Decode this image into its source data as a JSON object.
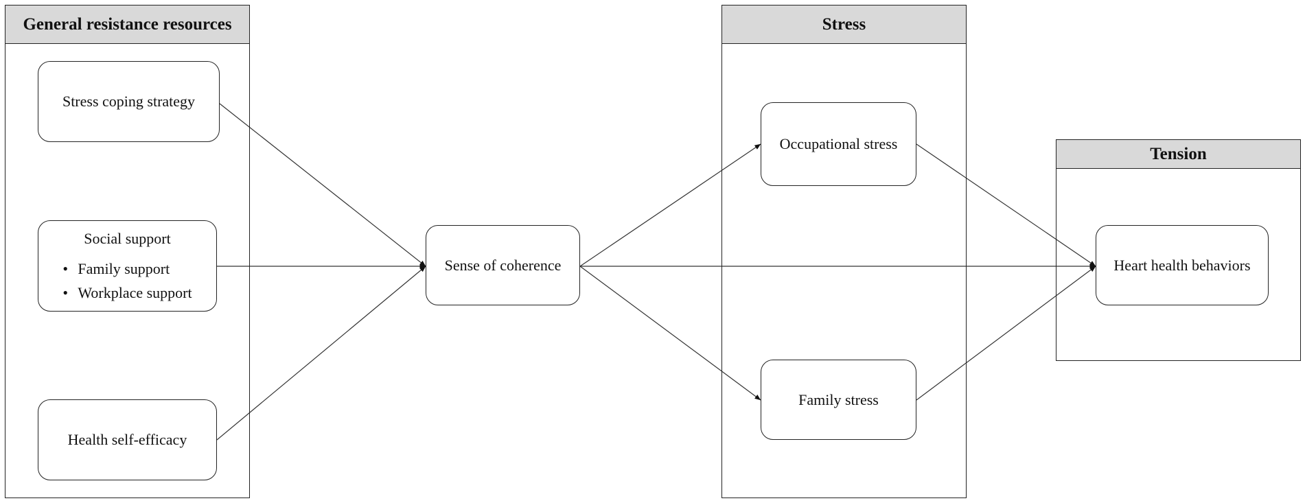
{
  "groups": {
    "resources": {
      "label": "General resistance resources"
    },
    "stress": {
      "label": "Stress"
    },
    "tension": {
      "label": "Tension"
    }
  },
  "nodes": {
    "coping": {
      "label": "Stress coping strategy"
    },
    "social": {
      "label": "Social support",
      "items": [
        "Family support",
        "Workplace support"
      ]
    },
    "efficacy": {
      "label": "Health self-efficacy"
    },
    "coherence": {
      "label": "Sense of coherence"
    },
    "occupational": {
      "label": "Occupational stress"
    },
    "family": {
      "label": "Family stress"
    },
    "heart": {
      "label": "Heart health behaviors"
    }
  },
  "bullet_symbol": "•",
  "colors": {
    "header_bg": "#d9d9d9",
    "stroke": "#222222",
    "background": "#ffffff"
  }
}
